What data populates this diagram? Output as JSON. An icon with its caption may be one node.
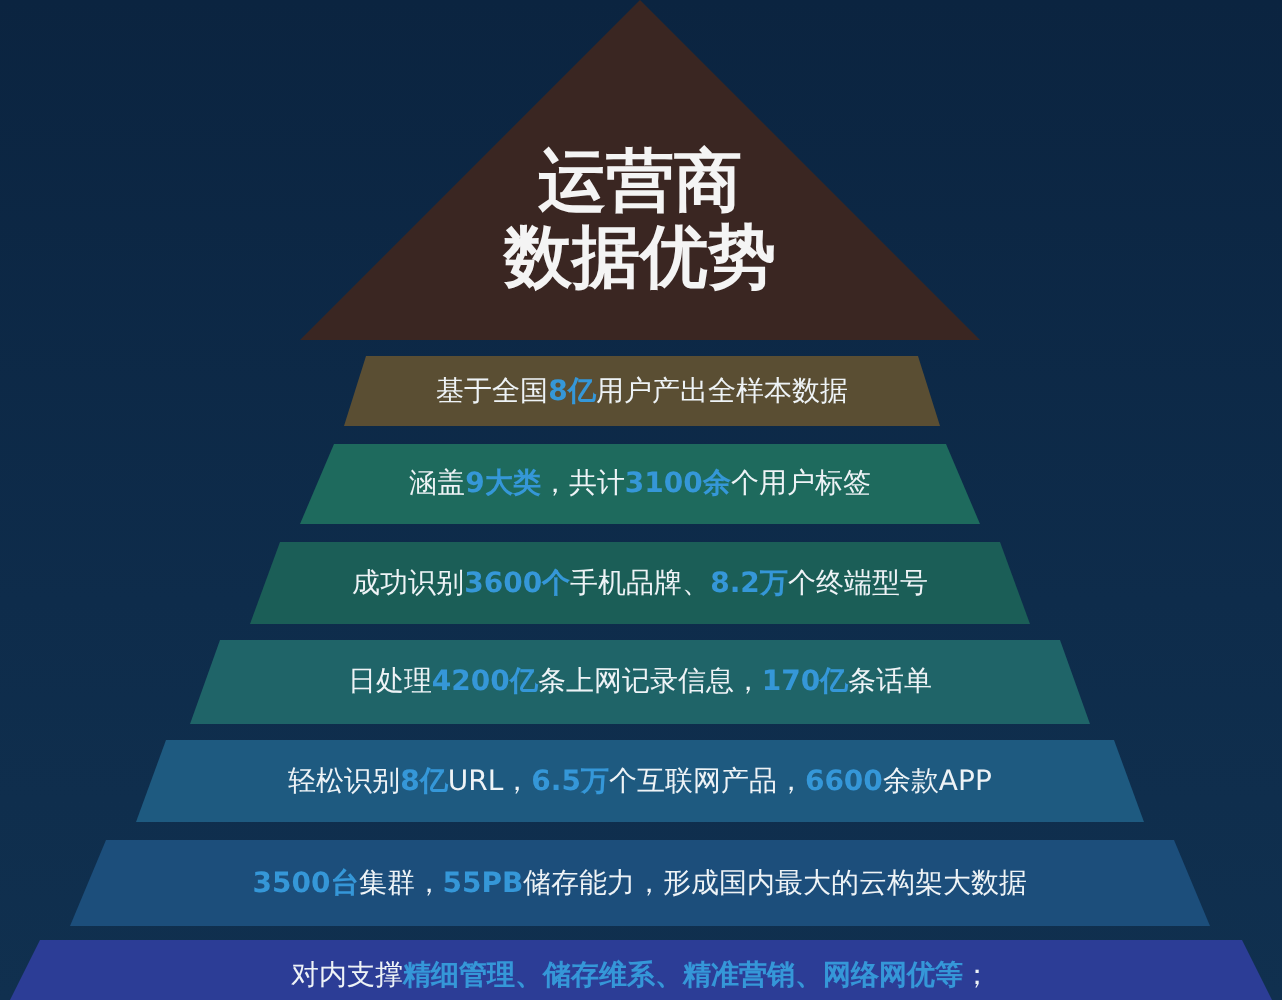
{
  "diagram": {
    "nodes": [
      {
        "text": [
          "运营商数据优势"
        ]
      },
      {
        "text": [
          "基于全国**8亿**用户产出全样本数据"
        ]
      },
      {
        "text": [
          "涵盖**9大类**，共计**3100余**个用户标签"
        ]
      },
      {
        "text": [
          "成功识别**3600个**手机品牌、**8.2万**个终端型号"
        ]
      },
      {
        "text": [
          "日处理**4200亿**条上网记录信息，**170亿**条话单"
        ]
      },
      {
        "text": [
          "轻松识别**8亿**URL，**6.5万**个互联网产品，**6600**余款APP"
        ]
      },
      {
        "text": [
          "**3500台**集群，**55PB**储存能力，形成国内最大的云构架大数据"
        ]
      },
      {
        "text": [
          "对内支撑**精细管理、储存维系、精准营销、网络网优等**；"
        ]
      }
    ]
  }
}
